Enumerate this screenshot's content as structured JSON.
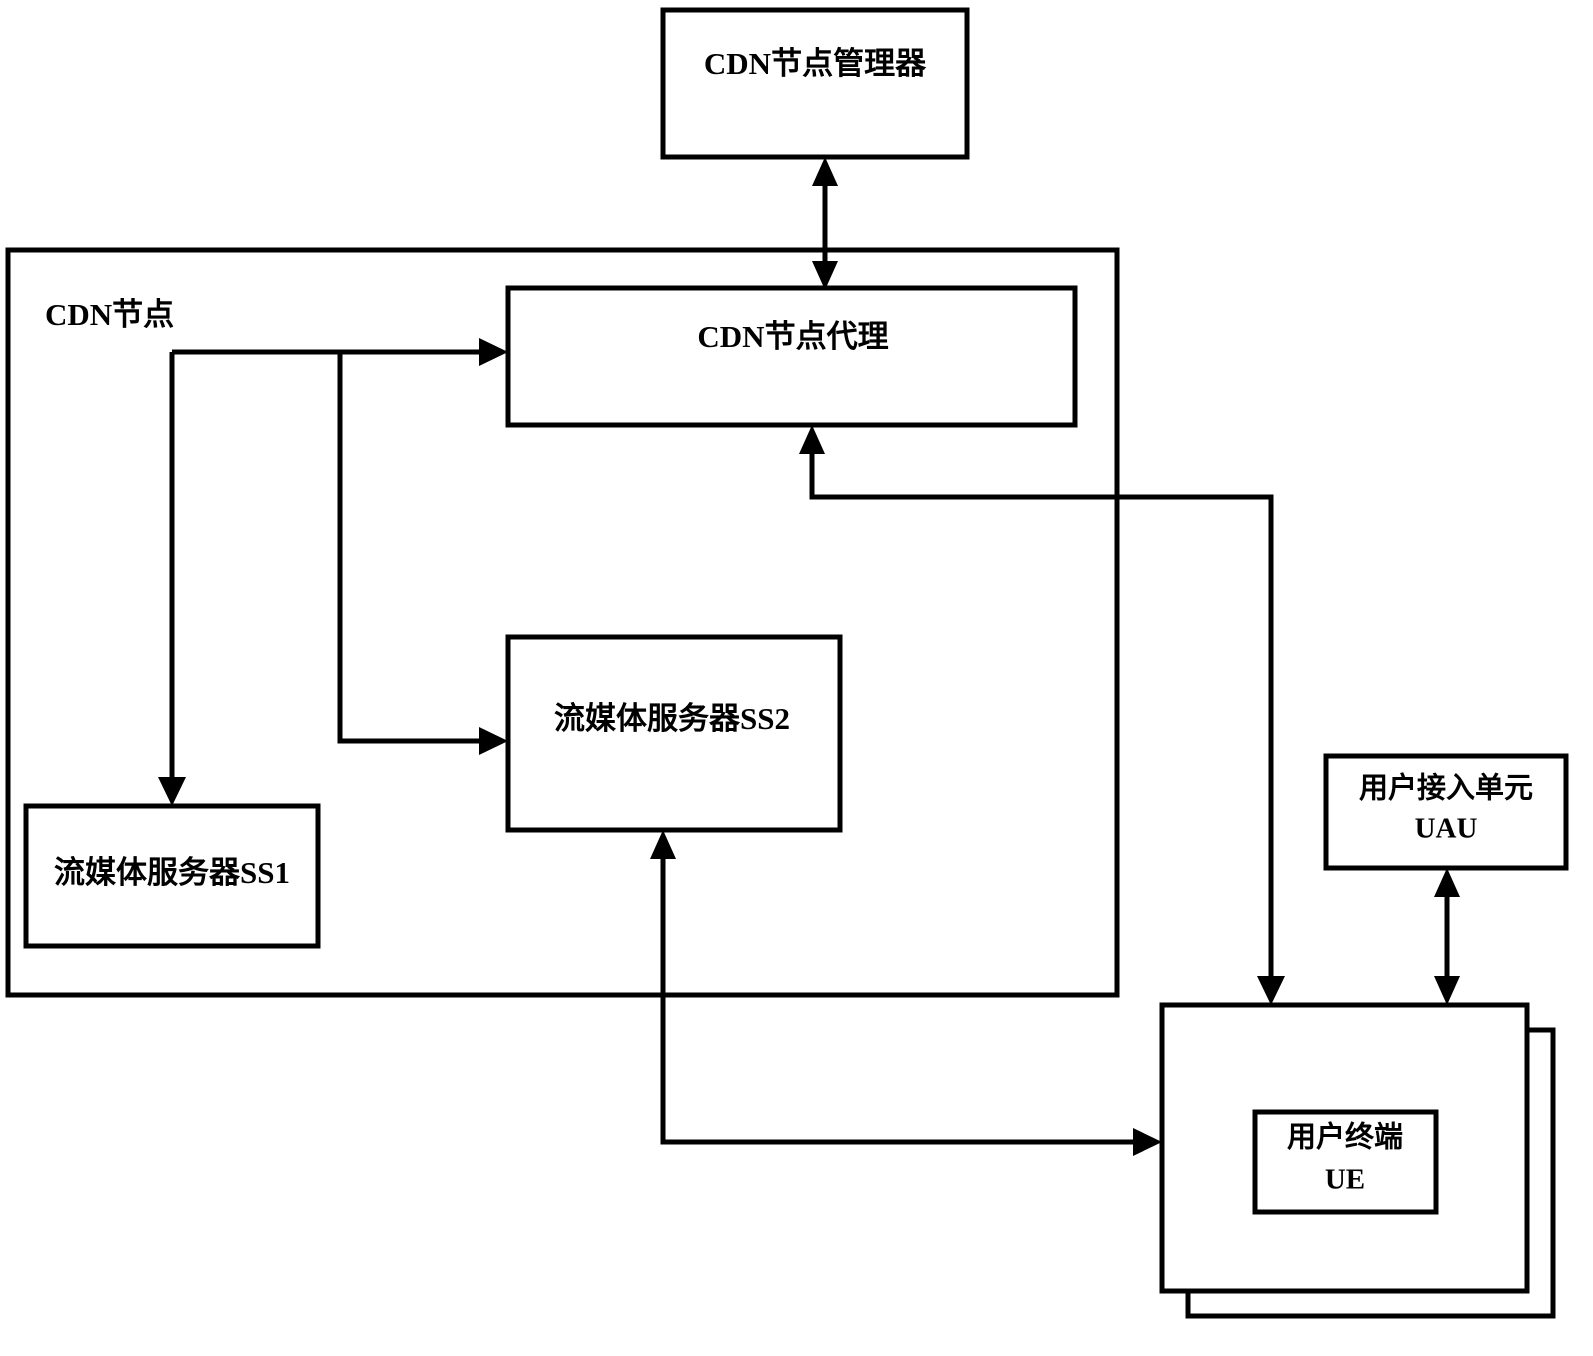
{
  "diagram": {
    "title_text": "CDN节点管理器",
    "groups": [
      {
        "id": "cdn-node-group",
        "label": "CDN节点"
      }
    ],
    "nodes": [
      {
        "id": "cdn-node-manager",
        "label": "CDN节点管理器",
        "label_line2": ""
      },
      {
        "id": "cdn-node-agent",
        "label": "CDN节点代理",
        "label_line2": ""
      },
      {
        "id": "streaming-server-ss2",
        "label": "流媒体服务器SS2",
        "label_line2": ""
      },
      {
        "id": "streaming-server-ss1",
        "label": "流媒体服务器SS1",
        "label_line2": ""
      },
      {
        "id": "user-access-unit",
        "label": "用户接入单元",
        "label_line2": "UAU"
      },
      {
        "id": "user-equipment",
        "label": "用户终端",
        "label_line2": "UE"
      }
    ],
    "connections": [
      {
        "id": "manager-agent-link",
        "from": "cdn-node-manager",
        "to": "cdn-node-agent",
        "direction": "both"
      },
      {
        "id": "branch-to-agent",
        "from": "branch-junction",
        "to": "cdn-node-agent",
        "direction": "to"
      },
      {
        "id": "branch-to-ss1",
        "from": "branch-junction",
        "to": "streaming-server-ss1",
        "direction": "to"
      },
      {
        "id": "branch-to-ss2",
        "from": "branch-junction",
        "to": "streaming-server-ss2",
        "direction": "to"
      },
      {
        "id": "ue-to-agent",
        "from": "user-equipment",
        "to": "cdn-node-agent",
        "direction": "to"
      },
      {
        "id": "agent-to-ue",
        "from": "cdn-node-agent",
        "to": "user-equipment",
        "direction": "to"
      },
      {
        "id": "ue-to-ss2",
        "from": "user-equipment",
        "to": "streaming-server-ss2",
        "direction": "to"
      },
      {
        "id": "uau-ue-link",
        "from": "user-access-unit",
        "to": "user-equipment",
        "direction": "both"
      }
    ],
    "colors": {
      "stroke": "#000000",
      "fill": "#ffffff",
      "text": "#000000"
    }
  }
}
